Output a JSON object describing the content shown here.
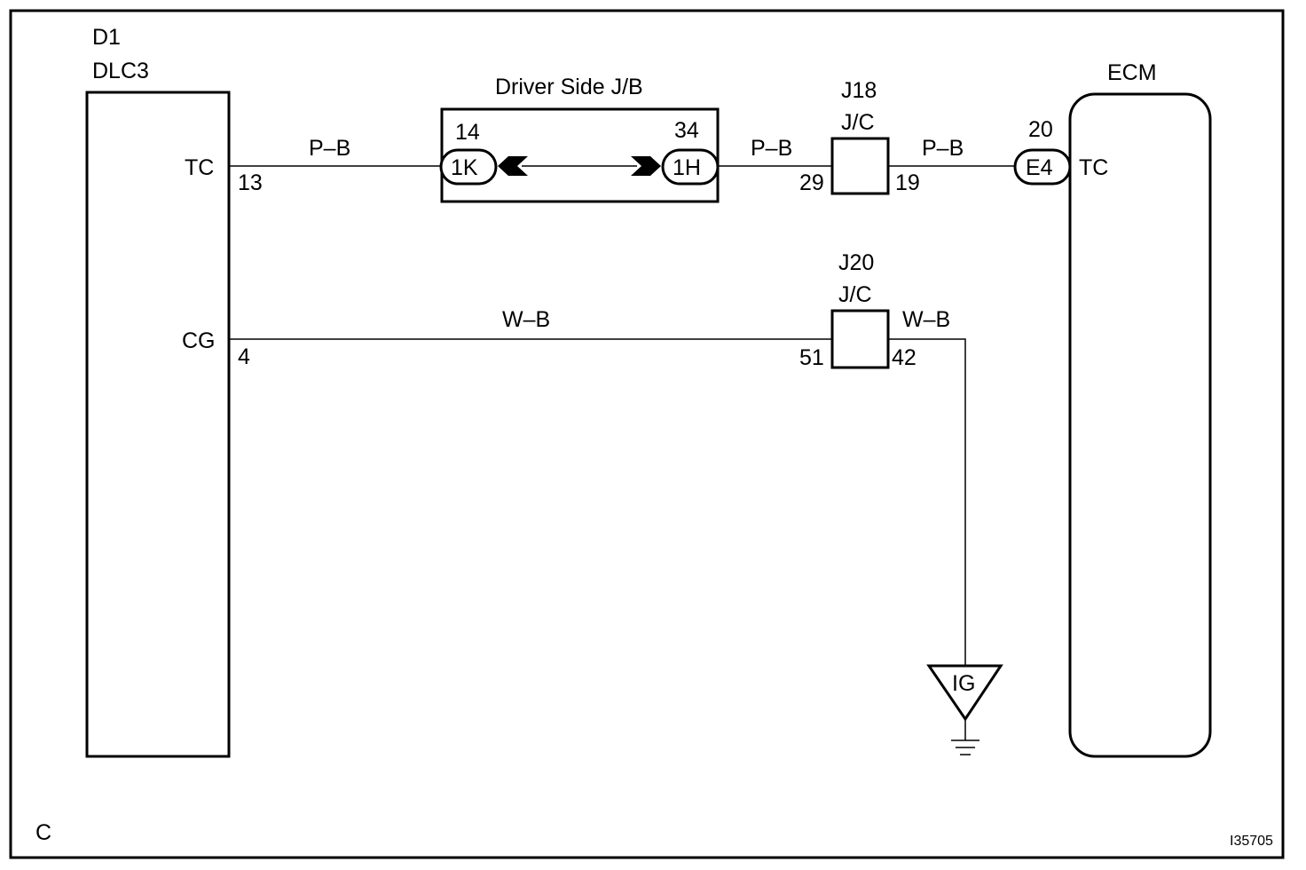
{
  "dlc3": {
    "ref": "D1",
    "name": "DLC3",
    "pin_tc": "TC",
    "pin_tc_num": "13",
    "pin_cg": "CG",
    "pin_cg_num": "4"
  },
  "jb": {
    "title": "Driver Side J/B",
    "left_pin": "14",
    "left_conn": "1K",
    "right_pin": "34",
    "right_conn": "1H"
  },
  "j18": {
    "ref": "J18",
    "type": "J/C",
    "pin_in": "29",
    "pin_out": "19"
  },
  "j20": {
    "ref": "J20",
    "type": "J/C",
    "pin_in": "51",
    "pin_out": "42"
  },
  "ecm": {
    "name": "ECM",
    "pin": "20",
    "conn": "E4",
    "pin_name": "TC"
  },
  "wires": {
    "tc_1": "P–B",
    "tc_2": "P–B",
    "tc_3": "P–B",
    "cg_1": "W–B",
    "cg_2": "W–B"
  },
  "ground": {
    "label": "IG"
  },
  "footer": {
    "corner": "C",
    "code": "I35705"
  }
}
